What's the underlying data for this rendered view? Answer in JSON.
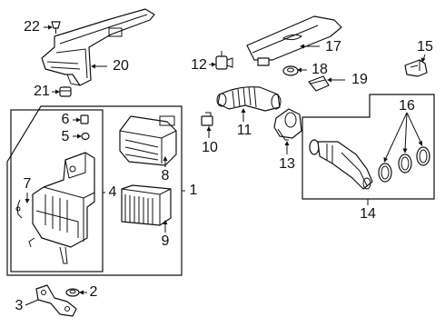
{
  "callouts": [
    {
      "id": "p1",
      "number": "1",
      "part": "air-cleaner-assembly"
    },
    {
      "id": "p2",
      "number": "2",
      "part": "nut"
    },
    {
      "id": "p3",
      "number": "3",
      "part": "bracket"
    },
    {
      "id": "p4",
      "number": "4",
      "part": "air-cleaner-housing"
    },
    {
      "id": "p5",
      "number": "5",
      "part": "grommet"
    },
    {
      "id": "p6",
      "number": "6",
      "part": "clip"
    },
    {
      "id": "p7",
      "number": "7",
      "part": "drain-hose"
    },
    {
      "id": "p8",
      "number": "8",
      "part": "housing-cover"
    },
    {
      "id": "p9",
      "number": "9",
      "part": "air-filter-element"
    },
    {
      "id": "p10",
      "number": "10",
      "part": "sensor"
    },
    {
      "id": "p11",
      "number": "11",
      "part": "intake-duct-boot"
    },
    {
      "id": "p12",
      "number": "12",
      "part": "vacuum-sensor"
    },
    {
      "id": "p13",
      "number": "13",
      "part": "resonator"
    },
    {
      "id": "p14",
      "number": "14",
      "part": "intake-hose-assembly"
    },
    {
      "id": "p15",
      "number": "15",
      "part": "mount-bracket"
    },
    {
      "id": "p16",
      "number": "16",
      "part": "hose-clamps"
    },
    {
      "id": "p17",
      "number": "17",
      "part": "engine-cover"
    },
    {
      "id": "p18",
      "number": "18",
      "part": "cover-grommet"
    },
    {
      "id": "p19",
      "number": "19",
      "part": "cover-bracket"
    },
    {
      "id": "p20",
      "number": "20",
      "part": "intake-duct"
    },
    {
      "id": "p21",
      "number": "21",
      "part": "duct-grommet"
    },
    {
      "id": "p22",
      "number": "22",
      "part": "push-clip"
    }
  ]
}
